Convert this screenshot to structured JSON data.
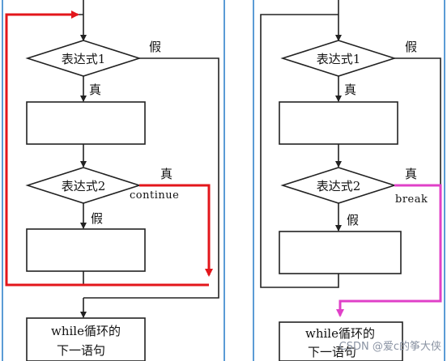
{
  "colors": {
    "line": "#222222",
    "frame": "#5b9bd5",
    "continue_path": "#e3161b",
    "break_path": "#e040c8"
  },
  "left": {
    "cond1": "表达式1",
    "false1": "假",
    "true1": "真",
    "cond2": "表达式2",
    "true2": "真",
    "keyword": "continue",
    "false2": "假",
    "next_line1": "while循环的",
    "next_line2": "下一语句"
  },
  "right": {
    "cond1": "表达式1",
    "false1": "假",
    "true1": "真",
    "cond2": "表达式2",
    "true2": "真",
    "keyword": "break",
    "false2": "假",
    "next_line1": "while循环的",
    "next_line2": "下一语句"
  },
  "watermark": "CSDN @爱c的筝大侠"
}
